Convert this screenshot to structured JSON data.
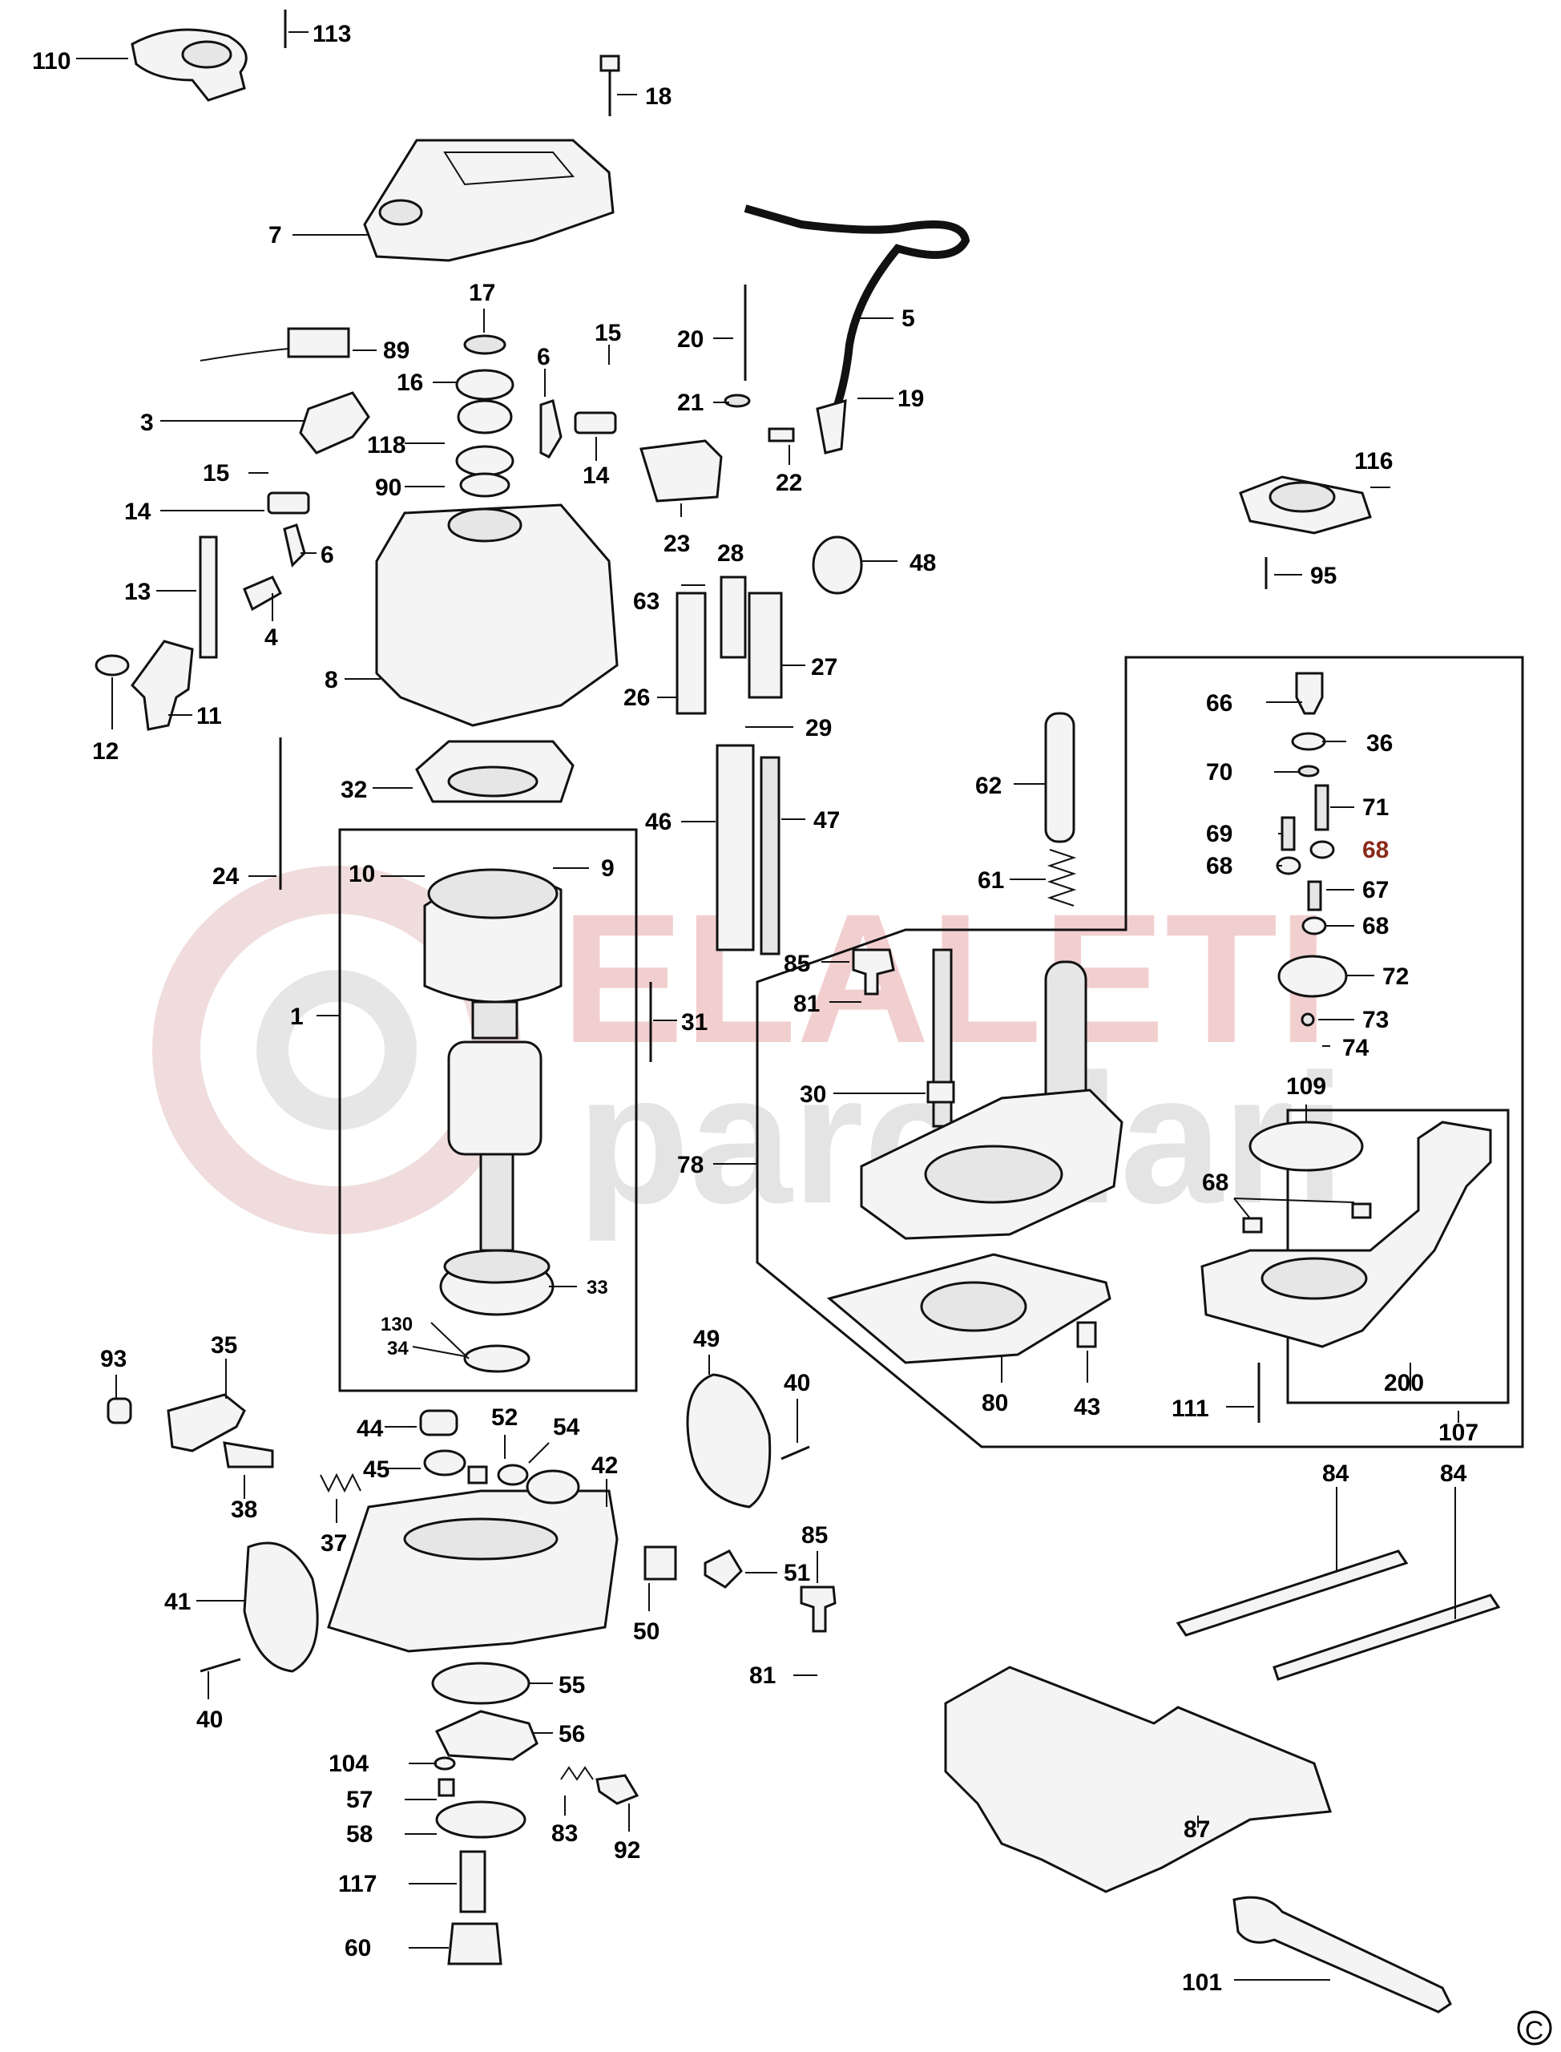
{
  "watermark": {
    "line1": "ELALETI",
    "line2": "parcalari"
  },
  "copyright_symbol": "C",
  "labels": [
    "110",
    "113",
    "18",
    "7",
    "17",
    "89",
    "16",
    "6",
    "15",
    "20",
    "5",
    "21",
    "19",
    "3",
    "15",
    "118",
    "14",
    "22",
    "90",
    "14",
    "23",
    "6",
    "13",
    "4",
    "48",
    "28",
    "63",
    "8",
    "27",
    "26",
    "12",
    "11",
    "29",
    "32",
    "24",
    "10",
    "9",
    "1",
    "31",
    "66",
    "36",
    "70",
    "71",
    "69",
    "68",
    "68",
    "67",
    "68",
    "72",
    "73",
    "74",
    "62",
    "61",
    "46",
    "47",
    "85",
    "81",
    "30",
    "78",
    "109",
    "68",
    "116",
    "95",
    "93",
    "35",
    "38",
    "44",
    "52",
    "54",
    "45",
    "42",
    "37",
    "49",
    "40",
    "41",
    "40",
    "50",
    "51",
    "85",
    "81",
    "55",
    "56",
    "104",
    "57",
    "58",
    "83",
    "92",
    "117",
    "60",
    "80",
    "43",
    "111",
    "200",
    "107",
    "84",
    "84",
    "87",
    "101",
    "130",
    "33",
    "34"
  ],
  "colors": {
    "line": "#111111",
    "label_highlight": "#8a2a1a",
    "watermark_red": "#e9a9a9",
    "watermark_gray": "#cfcfcf"
  }
}
